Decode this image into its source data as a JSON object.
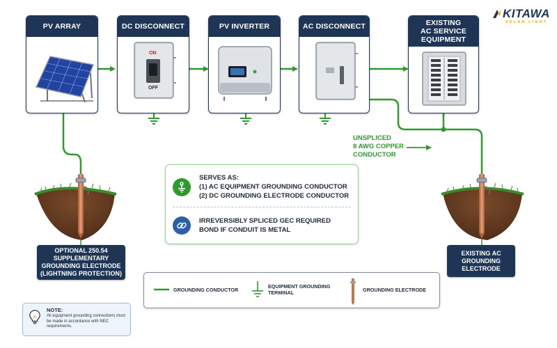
{
  "brand": {
    "name": "KITAWA",
    "tagline": "SOLAR LIGHT"
  },
  "components": {
    "pv_array": "PV ARRAY",
    "dc_disconnect": "DC DISCONNECT",
    "pv_inverter": "PV INVERTER",
    "ac_disconnect": "AC DISCONNECT",
    "existing_ac_service": [
      "EXISTING",
      "AC SERVICE",
      "EQUIPMENT"
    ]
  },
  "switch_labels": {
    "on": "ON",
    "off": "OFF"
  },
  "conductor_label": [
    "UNSPLICED",
    "8 AWG COPPER",
    "CONDUCTOR"
  ],
  "info_box": {
    "serves_as_title": "SERVES AS:",
    "serves_as_items": [
      "(1) AC EQUIPMENT GROUNDING CONDUCTOR",
      "(2) DC GROUNDING ELECTRODE CONDUCTOR"
    ],
    "splice_lines": [
      "IRREVERSIBLY SPLICED GEC REQUIRED",
      "BOND IF CONDUIT IS METAL"
    ]
  },
  "electrodes": {
    "left": [
      "OPTIONAL 250.54",
      "SUPPLEMENTARY",
      "GROUNDING ELECTRODE",
      "(LIGHTNING PROTECTION)"
    ],
    "right": [
      "EXISTING AC",
      "GROUNDING",
      "ELECTRODE"
    ]
  },
  "legend": {
    "grounding_conductor": "GROUNDING CONDUCTOR",
    "equipment_grounding_terminal": [
      "EQUIPMENT GROUNDING",
      "TERMINAL"
    ],
    "grounding_electrode": "GROUNDING ELECTRODE"
  },
  "note": {
    "title": "NOTE:",
    "text": "All equipment grounding connections must be made in accordance with NEC requirements."
  },
  "colors": {
    "navy": "#1e3556",
    "green": "#2e9a2e",
    "copper": "#c8734a",
    "note_bg": "#eef4fb"
  },
  "icons": [
    "lightbulb-icon",
    "ground-terminal-icon",
    "chain-link-icon",
    "grounding-electrode-icon",
    "arrow-right-icon"
  ]
}
